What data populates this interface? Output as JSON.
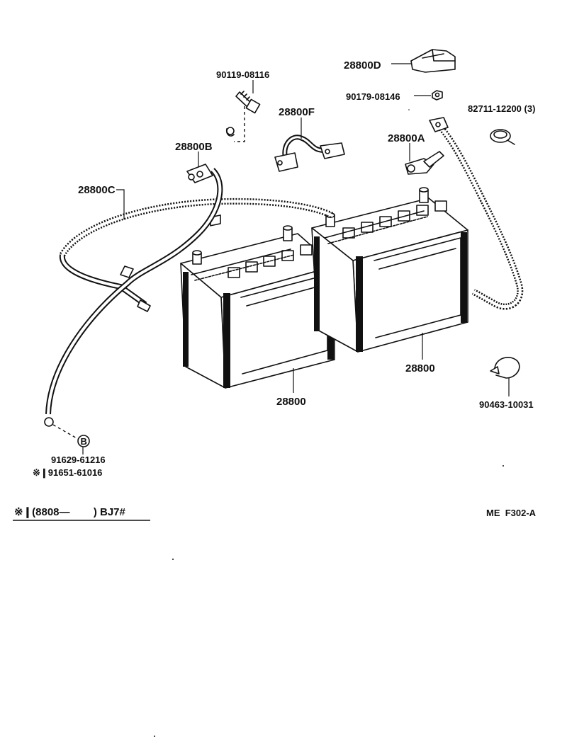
{
  "labels": {
    "p_28800D": "28800D",
    "p_90119": "90119-08116",
    "p_90179": "90179-08146",
    "p_82711": "82711-12200 (3)",
    "p_28800F": "28800F",
    "p_28800B": "28800B",
    "p_28800A": "28800A",
    "p_28800C": "28800C",
    "p_28800_left": "28800",
    "p_28800_right": "28800",
    "p_90463": "90463-10031",
    "p_ref_B": "B",
    "p_91629": "91629-61216",
    "p_91651": "※❙91651-61016",
    "footnote": "※❙(8808—        ) BJ7#",
    "code": "ME  F302-A"
  }
}
